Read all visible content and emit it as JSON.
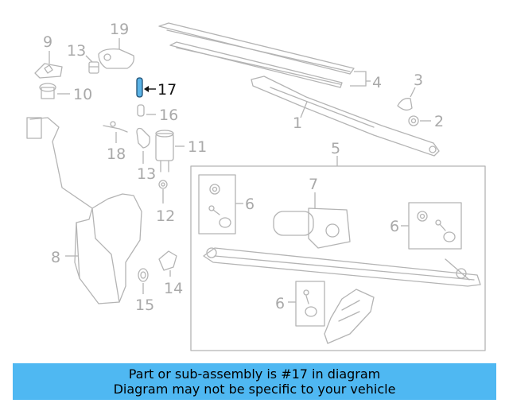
{
  "diagram": {
    "highlight_color": "#5bb3e6",
    "labels": [
      "1",
      "2",
      "3",
      "4",
      "5",
      "6",
      "6",
      "6",
      "7",
      "8",
      "9",
      "10",
      "11",
      "12",
      "13",
      "13",
      "14",
      "15",
      "16",
      "17",
      "18",
      "19"
    ],
    "highlighted_part": "17"
  },
  "banner": {
    "line1": "Part or sub-assembly is #17 in diagram",
    "line2": "Diagram may not be specific to your vehicle",
    "color": "#4fb8f2"
  }
}
